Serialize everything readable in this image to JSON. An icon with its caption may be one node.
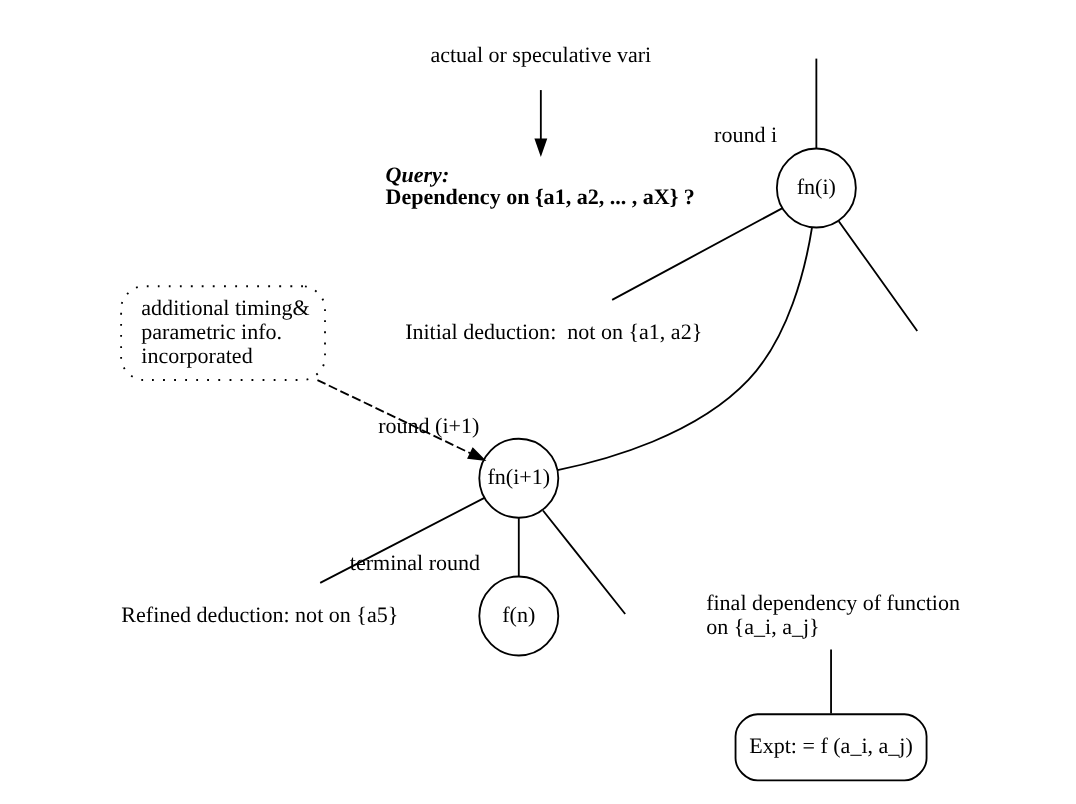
{
  "diagram": {
    "nodes": [
      {
        "text": [
          "actual or speculative vari"
        ]
      },
      {
        "text": [
          "fn(i)"
        ],
        "beside": [
          "round i"
        ]
      },
      {
        "text": [
          "Query:",
          "Dependency on {a1, a2, ... , aX} ?"
        ]
      },
      {
        "text": [
          "Initial deduction:  not on {a1, a2}"
        ]
      },
      {
        "text": [
          "additional timing& parametric info. incorporated"
        ]
      },
      {
        "text": [
          "fn(i+1)"
        ],
        "beside": [
          "round (i+1)"
        ]
      },
      {
        "text": [
          "Refined deduction: not on {a5}"
        ]
      },
      {
        "text": [
          "f(n)"
        ],
        "beside": [
          "terminal round"
        ]
      },
      {
        "text": [
          "final dependency of function on {a_i, a_j}"
        ]
      },
      {
        "text": [
          "Expt: = f (a_i, a_j)"
        ]
      }
    ],
    "edges": [
      {
        "from": null,
        "to": 1,
        "arrow": "none"
      },
      {
        "from": 0,
        "to": 2,
        "arrow": "to"
      },
      {
        "from": 1,
        "to": null,
        "arrow": "none"
      },
      {
        "from": 1,
        "to": 5,
        "arrow": "none"
      },
      {
        "from": 1,
        "to": 3,
        "arrow": "none"
      },
      {
        "from": 4,
        "to": 5,
        "arrow": "to",
        "style": "dashed"
      },
      {
        "from": 5,
        "to": null,
        "arrow": "none"
      },
      {
        "from": 5,
        "to": 7,
        "arrow": "none"
      },
      {
        "from": 5,
        "to": 6,
        "arrow": "none"
      },
      {
        "from": 8,
        "to": 9,
        "arrow": "none"
      }
    ]
  }
}
